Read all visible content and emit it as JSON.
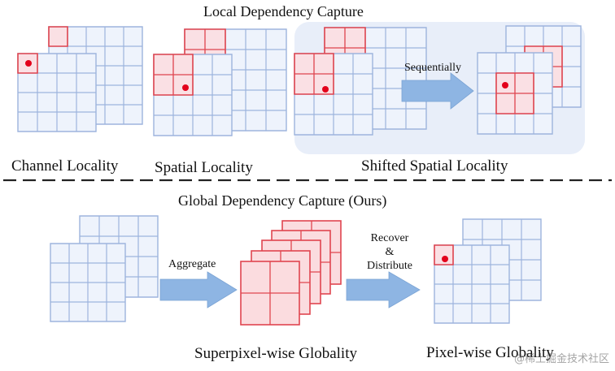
{
  "local": {
    "title": "Local Dependency Capture",
    "labels": {
      "channel": "Channel Locality",
      "spatial": "Spatial Locality",
      "shifted": "Shifted Spatial Locality"
    },
    "arrow_label": "Sequentially"
  },
  "global": {
    "title": "Global Dependency Capture (Ours)",
    "labels": {
      "superpixel": "Superpixel-wise Globality",
      "pixel": "Pixel-wise Globality"
    },
    "aggregate_label": "Aggregate",
    "recover_lines": [
      "Recover",
      "&",
      "Distribute"
    ]
  },
  "watermark": "@稀土掘金技术社区",
  "colors": {
    "grid_stroke": "#9db4dd",
    "grid_fill": "#eef3fc",
    "red_stroke": "#e0454f",
    "red_fill": "#fbdcdf",
    "dot": "#e3001b",
    "arrow": "#8eb5e3",
    "panel": "#e8eef9",
    "dash": "#222222"
  },
  "icons": {
    "feature-map": "blue grid",
    "highlight": "red cell block",
    "pixel": "red dot",
    "arrow": "block right arrow"
  }
}
